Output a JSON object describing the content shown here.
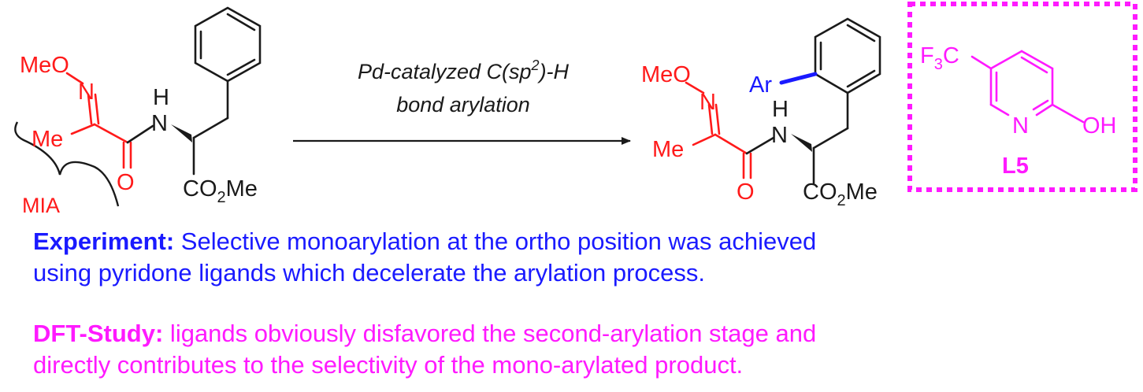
{
  "colors": {
    "red": "#ff1a1a",
    "black": "#1a1a1a",
    "blue": "#1a1aff",
    "magenta": "#ff1aff"
  },
  "reactant": {
    "meo": "MeO",
    "n_oxime": "N",
    "me": "Me",
    "nh_h": "H",
    "nh_n": "N",
    "o_carbonyl": "O",
    "ester_co": "CO",
    "ester_sub": "2",
    "ester_me": "Me",
    "group_label": "MIA"
  },
  "arrow": {
    "line1_pre": "Pd-catalyzed C(sp",
    "line1_sup": "2",
    "line1_post": ")-H",
    "line2": "bond arylation"
  },
  "product": {
    "meo": "MeO",
    "n_oxime": "N",
    "me": "Me",
    "ar": "Ar",
    "nh_h": "H",
    "nh_n": "N",
    "o_carbonyl": "O",
    "ester_co": "CO",
    "ester_sub": "2",
    "ester_me": "Me"
  },
  "ligand": {
    "f3c_f": "F",
    "f3c_sub": "3",
    "f3c_c": "C",
    "ring_n": "N",
    "oh": "OH",
    "label": "L5"
  },
  "experiment": {
    "label": "Experiment:",
    "line1": " Selective monoarylation at the ortho position was achieved",
    "line2": "using pyridone ligands which decelerate the arylation process."
  },
  "dft": {
    "label": "DFT-Study:",
    "line1": " ligands obviously disfavored the second-arylation stage and",
    "line2": "directly contributes to the selectivity of the mono-arylated product."
  }
}
